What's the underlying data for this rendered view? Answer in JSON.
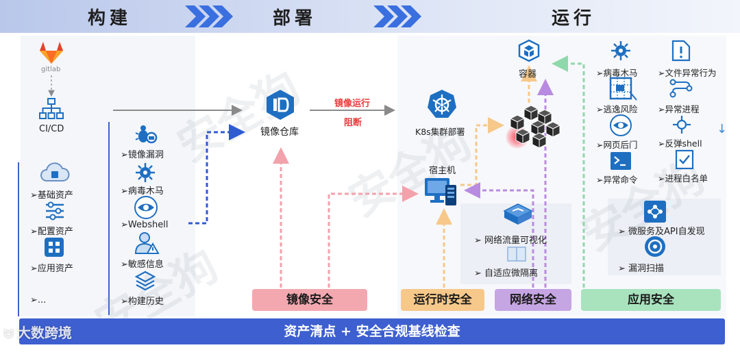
{
  "phases": {
    "build": "构建",
    "deploy": "部署",
    "run": "运行"
  },
  "build": {
    "gitlab": "gitlab",
    "cicd": "CI/CD",
    "assets": [
      "➢基础资产",
      "➢配置资产",
      "➢应用资产",
      "➢..."
    ],
    "checks": [
      "➢镜像漏洞",
      "➢病毒木马",
      "➢Webshell",
      "➢敏感信息",
      "➢构建历史"
    ]
  },
  "deploy": {
    "repo": "镜像仓库",
    "run_label": "镜像运行",
    "block_label": "阻断"
  },
  "runtime": {
    "k8s": "K8s集群部署",
    "host": "宿主机",
    "container": "容器",
    "network_items": [
      "➢   网络流量可视化",
      "➢   自适应微隔离"
    ],
    "threats_left": [
      "➢病毒木马",
      "➢逃逸风险",
      "➢网页后门",
      "➢异常命令"
    ],
    "threats_right": [
      "➢文件异常行为",
      "➢异常进程",
      "➢反弹shell",
      "➢进程白名单"
    ],
    "app_items": [
      "➢   微服务及API自发现",
      "➢   漏洞扫描"
    ]
  },
  "tags": {
    "image": "镜像安全",
    "runtime": "运行时安全",
    "network": "网络安全",
    "app": "应用安全"
  },
  "bottom": "资产清点 + 安全合规基线检查",
  "watermark": {
    "logo": "安全狗",
    "brand": "大数跨境"
  },
  "colors": {
    "header": "#b9c7ea",
    "bottom": "#3d5fcf",
    "blue": "#1e6fc1",
    "red": "#e83a3a",
    "pink": "#f3a8b0",
    "orange": "#f6c88a",
    "purple": "#c6a5e3",
    "green": "#a8e3bd"
  }
}
